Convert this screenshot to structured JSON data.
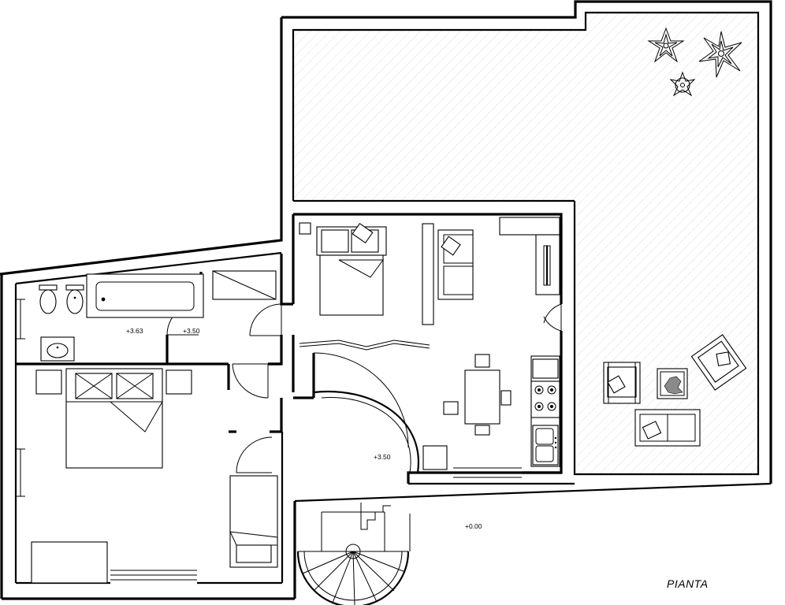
{
  "title": "PIANTA",
  "levels": {
    "bathroom": "+3.63",
    "hall": "+3.50",
    "stair_landing": "+3.50",
    "ground": "+0.00"
  }
}
